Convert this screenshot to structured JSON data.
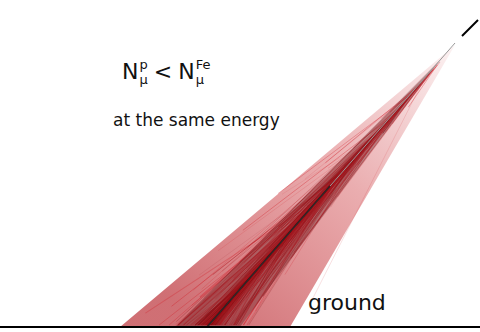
{
  "diagram": {
    "labels": [
      "N",
      "μ",
      "p",
      "<",
      "N",
      "μ",
      "Fe",
      "at the same energy",
      "ground"
    ]
  }
}
